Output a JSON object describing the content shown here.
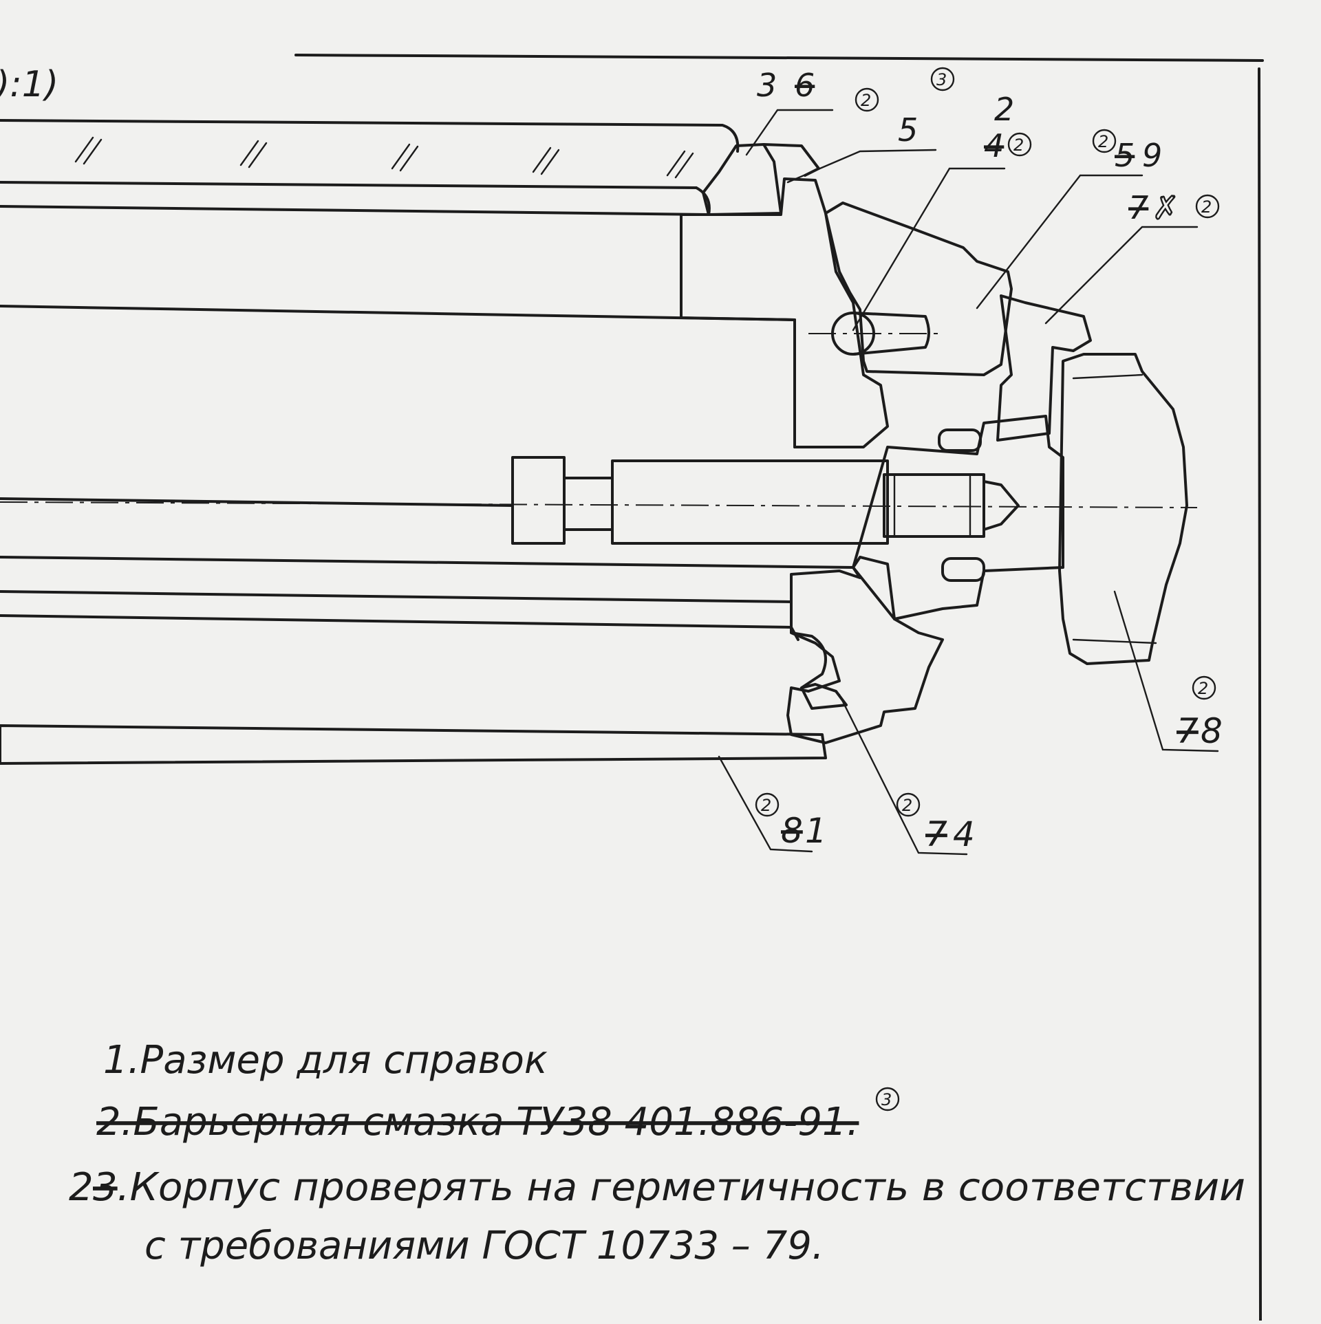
{
  "scale_fragment": "):1)",
  "callouts": {
    "c3": "3",
    "c3_struck": "6",
    "c3_rev": "2",
    "c3_top_rev": "3",
    "c5": "5",
    "c2": "2",
    "c4_struck": "4",
    "c4_rev": "2",
    "c9_rev": "2",
    "c9_struck": "5",
    "c9": "9",
    "c7_struck": "7",
    "c7_rev": "2",
    "c8_rev": "2",
    "c8_struck": "7",
    "c8": "8",
    "c1_rev": "2",
    "c1_struck": "8",
    "c1": "1",
    "c4b_rev": "2",
    "c4b_struck": "7",
    "c4b": "4"
  },
  "notes": {
    "note1": "1.Размер для справок",
    "note2_struck": "2.Барьерная смазка ТУ38 401.886-91.",
    "note2_rev": "3",
    "note3_num": "2",
    "note3_struck_num": "3",
    "note3_line1": ".Корпус проверять на герметичность в соответствии",
    "note3_line2": "с требованиями ГОСТ 10733 – 79."
  },
  "colors": {
    "ink": "#1c1c1c",
    "paper": "#f1f1ef",
    "rubber_fill": "#4a4a4a"
  }
}
